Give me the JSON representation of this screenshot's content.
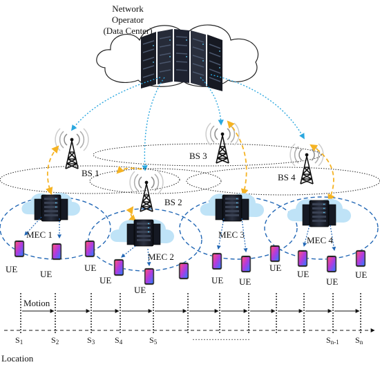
{
  "operator": {
    "line1": "Network",
    "line2": "Operator",
    "line3": "(Data Center)"
  },
  "base_stations": [
    "BS 1",
    "BS 2",
    "BS 3",
    "BS 4"
  ],
  "mec_servers": [
    "MEC 1",
    "MEC 2",
    "MEC 3",
    "MEC 4"
  ],
  "ue_label": "UE",
  "motion_label": "Motion",
  "location_label": "Location",
  "positions": [
    "S",
    "S",
    "S",
    "S",
    "S",
    "…………………",
    "S",
    "S"
  ],
  "position_subscripts": [
    "1",
    "2",
    "3",
    "4",
    "5",
    "",
    "n-1",
    "n"
  ],
  "colors": {
    "fiber_link": "#2aa7df",
    "wireless_link": "#f5b323",
    "mec_link": "#2267b5",
    "cloud_fill": "#bfe3f7",
    "server_body": "#1b1f2b"
  }
}
